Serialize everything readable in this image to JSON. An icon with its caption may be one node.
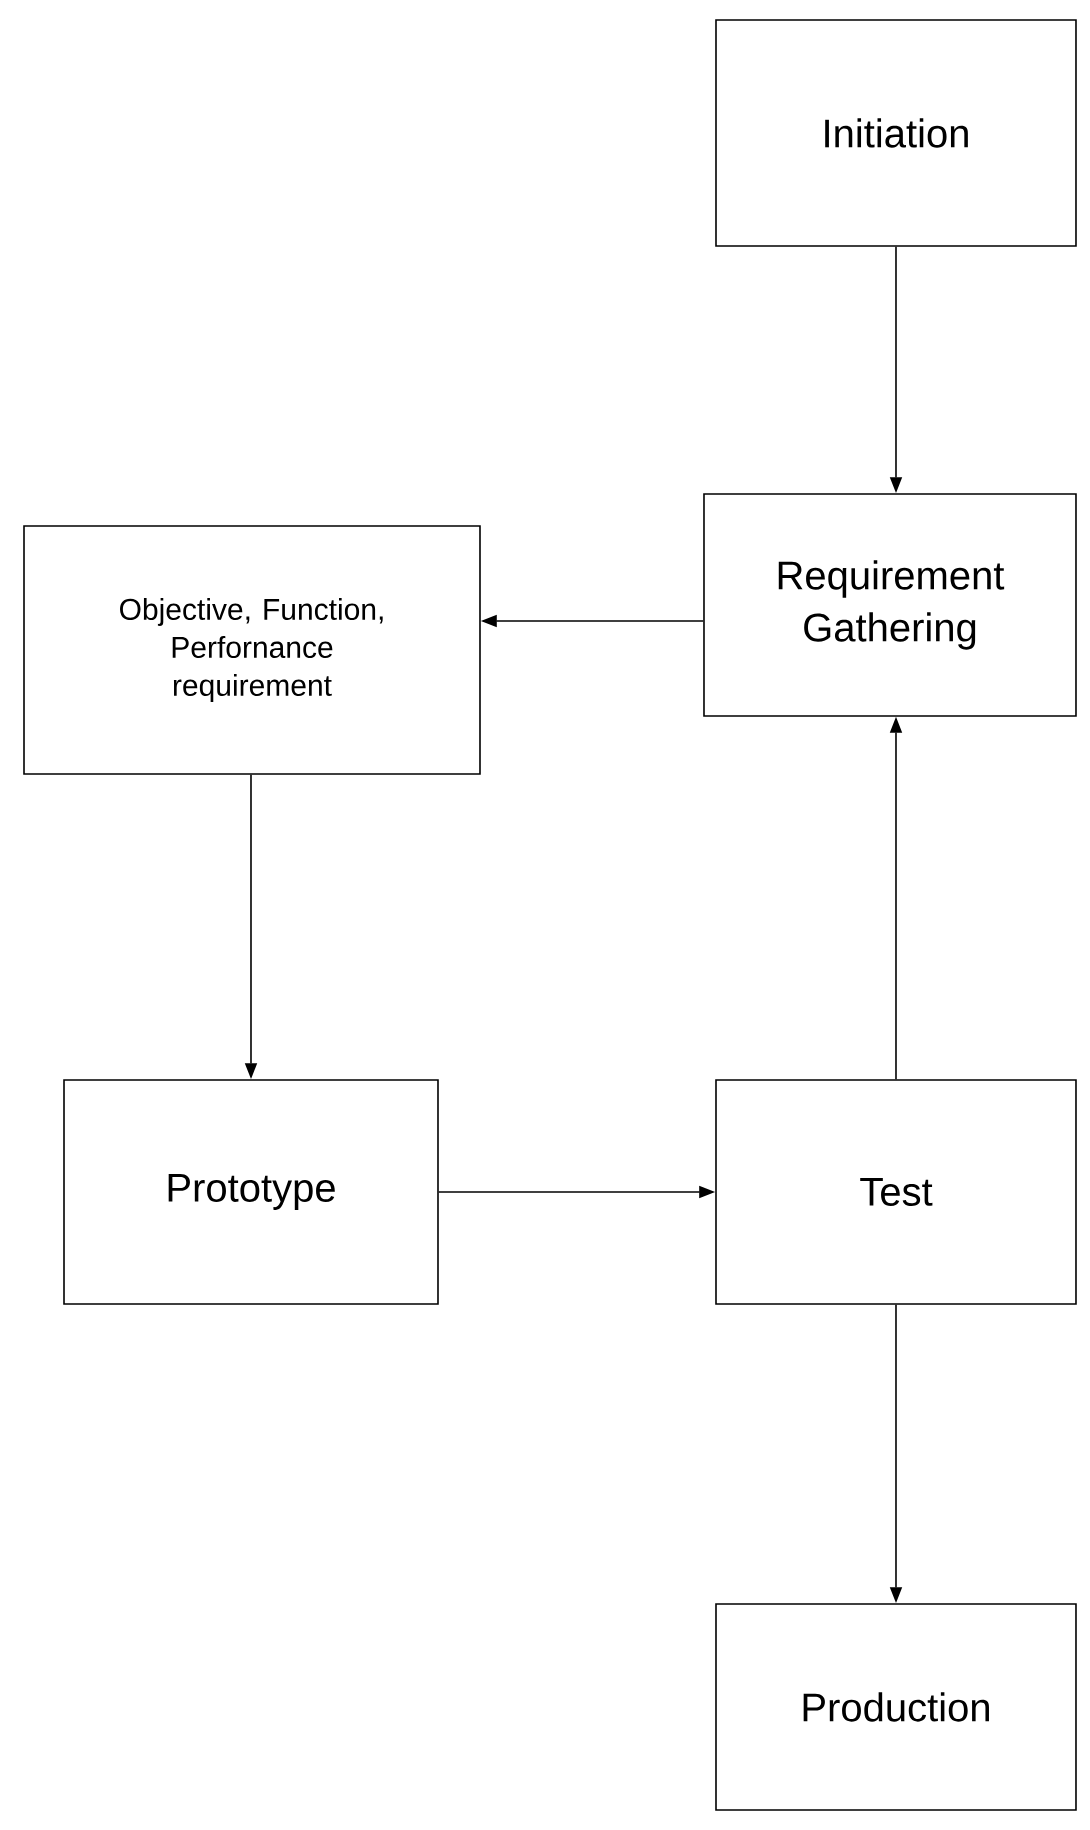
{
  "diagram": {
    "nodes": [
      {
        "text": [
          "Initiation"
        ]
      },
      {
        "text": [
          "Requirement Gathering"
        ]
      },
      {
        "text": [
          "Objective, Function, Perfornance requirement"
        ]
      },
      {
        "text": [
          "Prototype"
        ]
      },
      {
        "text": [
          "Test"
        ]
      },
      {
        "text": [
          "Production"
        ]
      }
    ],
    "edges": [
      {
        "from": 0,
        "to": 1,
        "arrow": "to"
      },
      {
        "from": 1,
        "to": 2,
        "arrow": "to"
      },
      {
        "from": 2,
        "to": 3,
        "arrow": "to"
      },
      {
        "from": 3,
        "to": 4,
        "arrow": "to"
      },
      {
        "from": 4,
        "to": 1,
        "arrow": "to"
      },
      {
        "from": 4,
        "to": 5,
        "arrow": "to"
      }
    ]
  }
}
